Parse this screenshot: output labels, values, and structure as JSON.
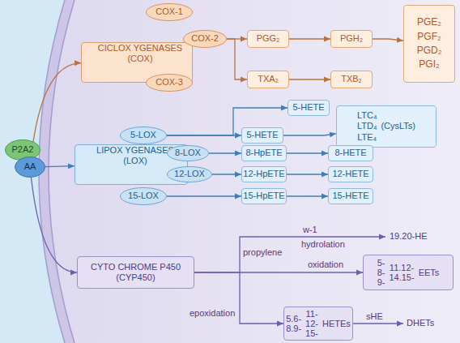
{
  "diagram": {
    "nodes": [
      {
        "text": [
          "P2A2"
        ]
      },
      {
        "text": [
          "AA"
        ]
      },
      {
        "text": [
          "CICLOX YGENASES (COX)"
        ]
      },
      {
        "text": [
          "COX-1"
        ]
      },
      {
        "text": [
          "COX-2"
        ]
      },
      {
        "text": [
          "COX-3"
        ]
      },
      {
        "text": [
          "PGG₂"
        ]
      },
      {
        "text": [
          "PGH₂"
        ]
      },
      {
        "text": [
          "PGE₂ PGF₂ PGD₂ PGI₂"
        ]
      },
      {
        "text": [
          "TXA₂"
        ]
      },
      {
        "text": [
          "TXB₂"
        ]
      },
      {
        "text": [
          "LIPOX YGENASES (LOX)"
        ]
      },
      {
        "text": [
          "5-LOX"
        ]
      },
      {
        "text": [
          "8-LOX"
        ]
      },
      {
        "text": [
          "12-LOX"
        ]
      },
      {
        "text": [
          "15-LOX"
        ]
      },
      {
        "text": [
          "5-HETE"
        ]
      },
      {
        "text": [
          "LTC₄ LTD₄ LTE₄",
          "(CysLTs)"
        ]
      },
      {
        "text": [
          "5-HETE"
        ]
      },
      {
        "text": [
          "8-HpETE"
        ]
      },
      {
        "text": [
          "8-HETE"
        ]
      },
      {
        "text": [
          "12-HpETE"
        ]
      },
      {
        "text": [
          "12-HETE"
        ]
      },
      {
        "text": [
          "15-HpETE"
        ]
      },
      {
        "text": [
          "15-HETE"
        ]
      },
      {
        "text": [
          "CYTO CHROME P450 (CYP450)"
        ]
      },
      {
        "text": [
          "5- 8- 9-",
          "11.12- 14.15-",
          "EETs"
        ]
      },
      {
        "text": [
          "5.6- 8.9-",
          "11- 12- 15-",
          "HETEs"
        ]
      }
    ],
    "edges": [
      {
        "from": 1,
        "to": 2,
        "arrow": "to"
      },
      {
        "from": 1,
        "to": 11,
        "arrow": "to"
      },
      {
        "from": 1,
        "to": 25,
        "arrow": "to"
      },
      {
        "from": 4,
        "to": 6,
        "arrow": "to"
      },
      {
        "from": 4,
        "to": 9,
        "arrow": "to"
      },
      {
        "from": 6,
        "to": 7,
        "arrow": "to"
      },
      {
        "from": 7,
        "to": 8,
        "arrow": "to"
      },
      {
        "from": 9,
        "to": 10,
        "arrow": "to"
      },
      {
        "from": 12,
        "to": 18,
        "arrow": "to"
      },
      {
        "from": 12,
        "to": 16,
        "arrow": "to"
      },
      {
        "from": 18,
        "to": 17,
        "arrow": "to"
      },
      {
        "from": 13,
        "to": 19,
        "arrow": "to"
      },
      {
        "from": 19,
        "to": 20,
        "arrow": "to"
      },
      {
        "from": 14,
        "to": 21,
        "arrow": "to"
      },
      {
        "from": 21,
        "to": 22,
        "arrow": "to"
      },
      {
        "from": 15,
        "to": 23,
        "arrow": "to"
      },
      {
        "from": 23,
        "to": 24,
        "arrow": "to"
      },
      {
        "from": 25,
        "to": 26,
        "label": "oxidation",
        "arrow": "to"
      },
      {
        "from": 25,
        "to": 27,
        "label": "epoxidation",
        "arrow": "to"
      }
    ],
    "labels": [
      "w-1",
      "hydrolation",
      "propylene",
      "19.20-HE",
      "sHE",
      "DHETs"
    ]
  }
}
